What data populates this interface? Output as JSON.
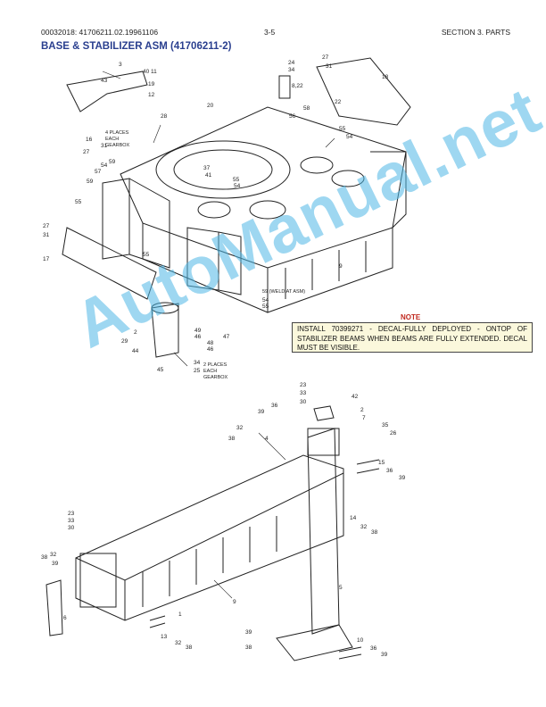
{
  "header": {
    "doc_id": "00032018: 41706211.02.19961106",
    "page": "3-5",
    "section": "SECTION 3. PARTS"
  },
  "title": "BASE & STABILIZER ASM (41706211-2)",
  "note": {
    "heading": "NOTE",
    "text": "INSTALL 70399271 - DECAL-FULLY DEPLOYED - ONTOP OF STABILIZER BEAMS WHEN BEAMS ARE FULLY EXTENDED. DECAL MUST BE VISIBLE."
  },
  "callouts": {
    "places_gearbox_top": "4 PLACES EACH GEARBOX",
    "places_gearbox_bottom": "2 PLACES EACH GEARBOX",
    "weld_note": "59 (WELD AT ASM)"
  },
  "watermark": "AutoManual.net",
  "colors": {
    "title": "#2a3f8f",
    "note_heading": "#c0281e",
    "note_bg": "#fbf8dc",
    "watermark": "#4fb8e6"
  }
}
